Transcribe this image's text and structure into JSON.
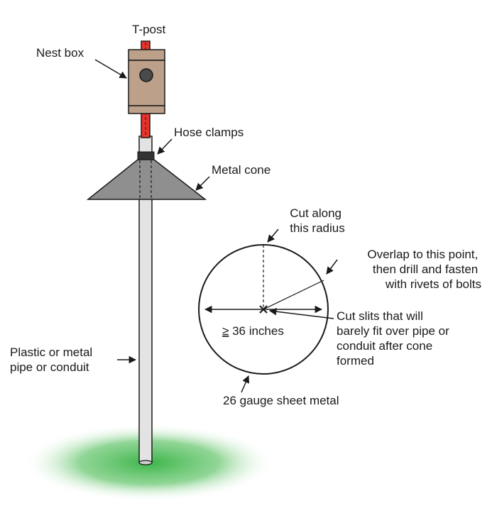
{
  "labels": {
    "t_post": "T-post",
    "nest_box": "Nest box",
    "hose_clamps": "Hose clamps",
    "metal_cone": "Metal cone",
    "cut_radius": [
      "Cut along",
      "this radius"
    ],
    "overlap": [
      "Overlap to this point,",
      "then drill and fasten",
      "with rivets of bolts"
    ],
    "cut_slits": [
      "Cut slits that will",
      "barely fit over pipe or",
      "conduit after cone",
      "formed"
    ],
    "diameter_symbol": "≥",
    "diameter_value": " 36 inches",
    "sheet_metal": "26 gauge sheet metal",
    "pipe": [
      "Plastic or metal",
      "pipe or conduit"
    ]
  },
  "colors": {
    "pipe_fill": "#e3e3e3",
    "t_post": "#e8322b",
    "nest_box": "#bca089",
    "cone": "#8f8f8f",
    "clamp": "#333333",
    "ground": "#3cb54a"
  }
}
